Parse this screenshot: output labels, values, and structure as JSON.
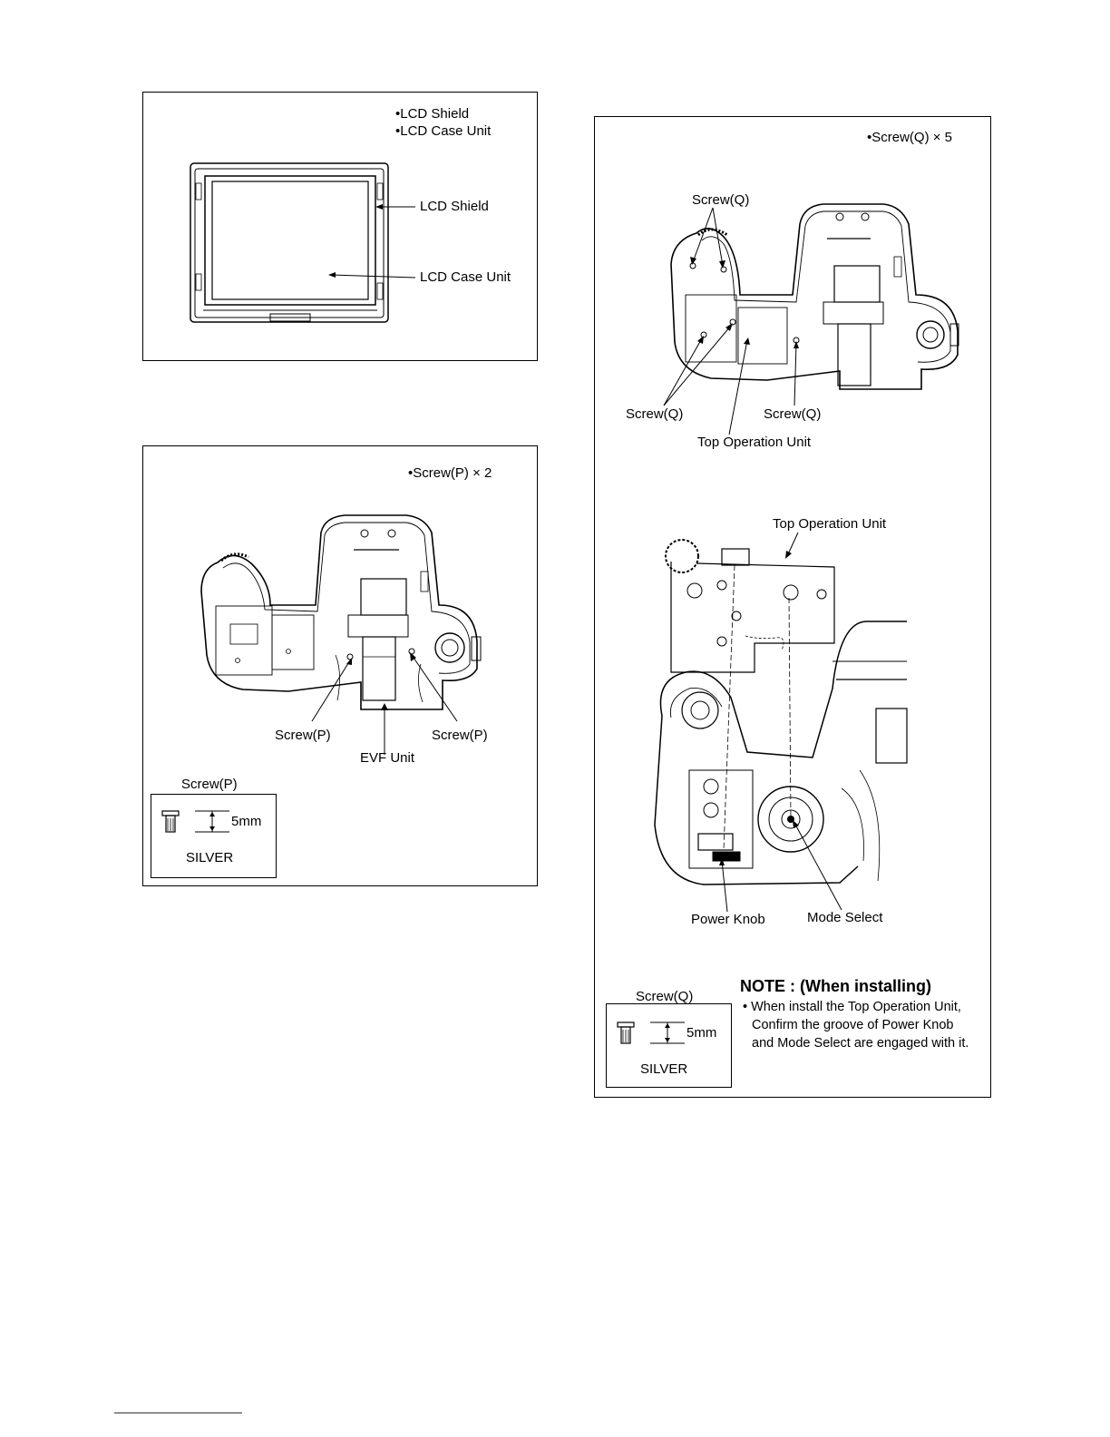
{
  "panel_lcd": {
    "list": [
      "•LCD Shield",
      "•LCD Case Unit"
    ],
    "labels": {
      "lcd_shield": "LCD Shield",
      "lcd_case_unit": "LCD Case Unit"
    }
  },
  "panel_evf": {
    "count": "•Screw(P) × 2",
    "labels": {
      "screw_left": "Screw(P)",
      "screw_right": "Screw(P)",
      "evf_unit": "EVF Unit"
    },
    "screw_box": {
      "title": "Screw(P)",
      "length": "5mm",
      "color": "SILVER"
    }
  },
  "panel_top": {
    "count": "•Screw(Q) × 5",
    "labels": {
      "screw_top": "Screw(Q)",
      "screw_bottom_left": "Screw(Q)",
      "screw_bottom_right": "Screw(Q)",
      "top_operation_unit_1": "Top Operation Unit",
      "top_operation_unit_2": "Top Operation Unit",
      "power_knob": "Power Knob",
      "mode_select": "Mode Select"
    },
    "screw_box": {
      "title": "Screw(Q)",
      "length": "5mm",
      "color": "SILVER"
    },
    "note": {
      "title": "NOTE : (When installing)",
      "lines": [
        "• When install the Top Operation Unit,",
        "Confirm the groove of Power Knob",
        "and Mode Select are engaged with it."
      ]
    }
  }
}
